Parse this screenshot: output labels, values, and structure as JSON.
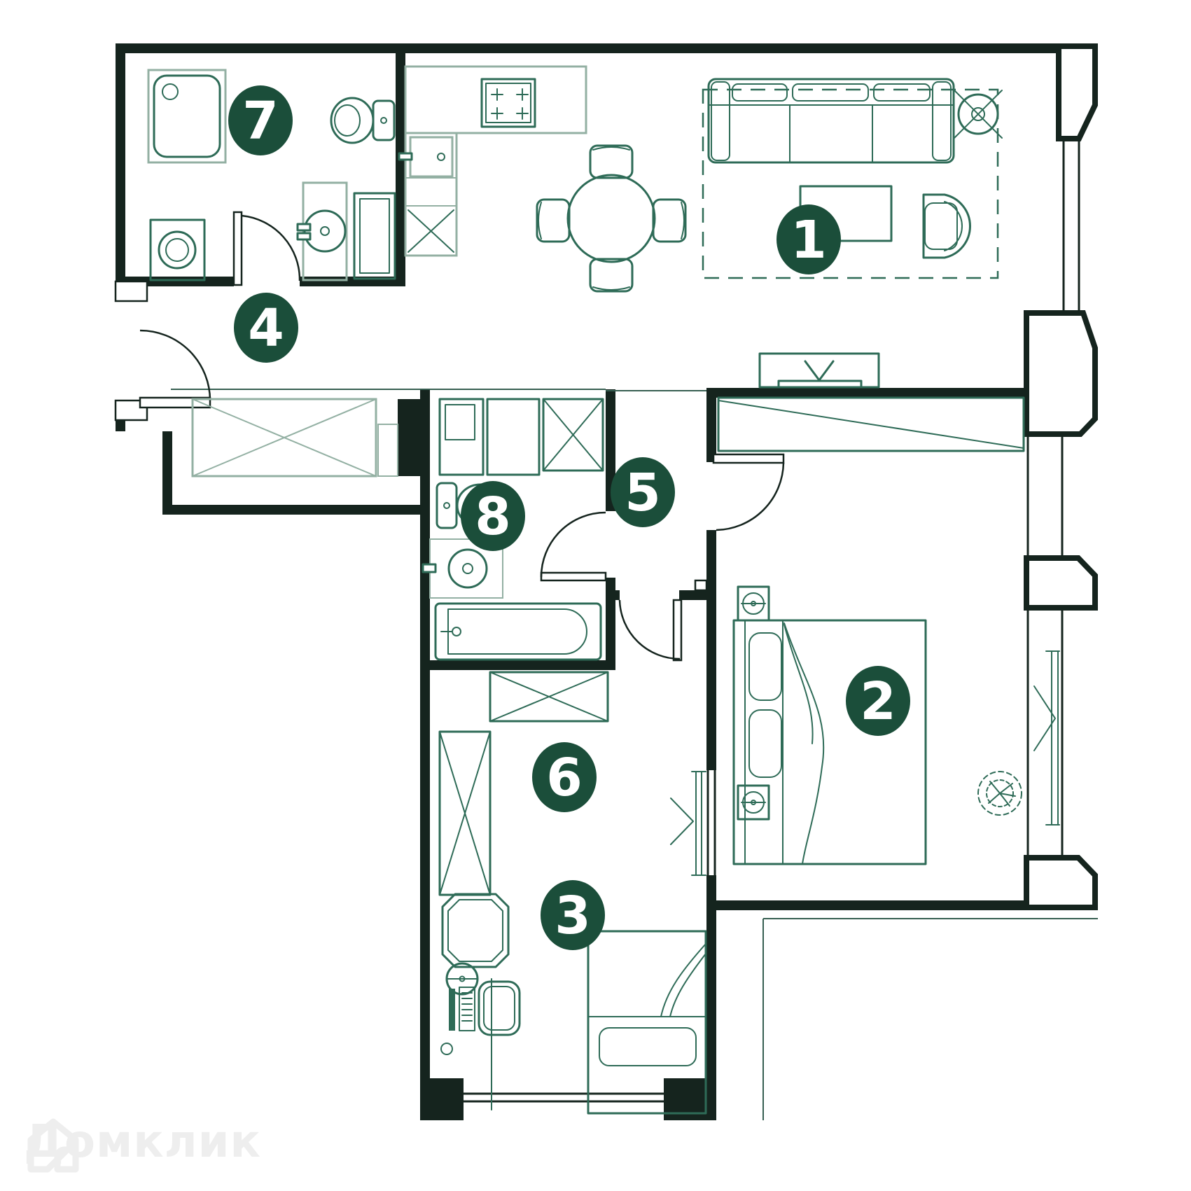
{
  "watermark": {
    "text": "Домклик",
    "logo_icon": "house-logo-icon"
  },
  "colors": {
    "wall": "#15241e",
    "furniture": "#2e6b57",
    "furniture_light": "#93b0a3",
    "badge_fill": "#1b4e3a",
    "badge_text": "#ffffff",
    "watermark": "#eeeeee",
    "background": "#ffffff"
  },
  "rooms": [
    {
      "number": "1"
    },
    {
      "number": "2"
    },
    {
      "number": "3"
    },
    {
      "number": "4"
    },
    {
      "number": "5"
    },
    {
      "number": "6"
    },
    {
      "number": "7"
    },
    {
      "number": "8"
    }
  ]
}
